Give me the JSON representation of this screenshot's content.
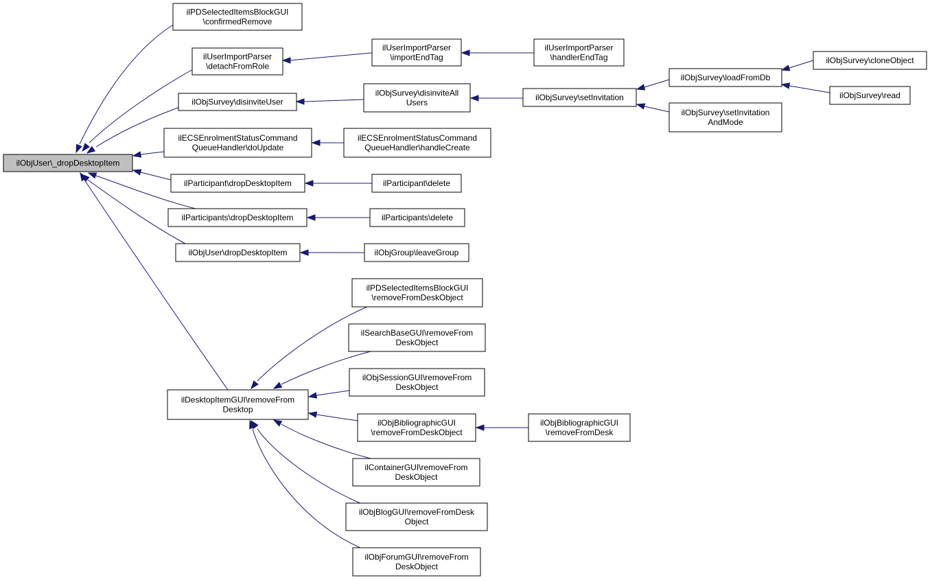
{
  "nodes": [
    {
      "id": "root",
      "lines": [
        "ilObjUser\\_dropDesktopItem"
      ]
    },
    {
      "id": "pdsel_confirmed",
      "lines": [
        "ilPDSelectedItemsBlockGUI",
        "\\confirmedRemove"
      ]
    },
    {
      "id": "uip_detach",
      "lines": [
        "ilUserImportParser",
        "\\detachFromRole"
      ]
    },
    {
      "id": "uip_importend",
      "lines": [
        "ilUserImportParser",
        "\\importEndTag"
      ]
    },
    {
      "id": "uip_handlerend",
      "lines": [
        "ilUserImportParser",
        "\\handlerEndTag"
      ]
    },
    {
      "id": "surv_disinvite",
      "lines": [
        "ilObjSurvey\\disinviteUser"
      ]
    },
    {
      "id": "surv_disinviteall",
      "lines": [
        "ilObjSurvey\\disinviteAll",
        "Users"
      ]
    },
    {
      "id": "surv_setinv",
      "lines": [
        "ilObjSurvey\\setInvitation"
      ]
    },
    {
      "id": "surv_loadfromdb",
      "lines": [
        "ilObjSurvey\\loadFromDb"
      ]
    },
    {
      "id": "surv_clone",
      "lines": [
        "ilObjSurvey\\cloneObject"
      ]
    },
    {
      "id": "surv_read",
      "lines": [
        "ilObjSurvey\\read"
      ]
    },
    {
      "id": "surv_setinvmode",
      "lines": [
        "ilObjSurvey\\setInvitation",
        "AndMode"
      ]
    },
    {
      "id": "ecs_doupdate",
      "lines": [
        "ilECSEnrolmentStatusCommand",
        "QueueHandler\\doUpdate"
      ]
    },
    {
      "id": "ecs_handlecreate",
      "lines": [
        "ilECSEnrolmentStatusCommand",
        "QueueHandler\\handleCreate"
      ]
    },
    {
      "id": "part_drop",
      "lines": [
        "ilParticipant\\dropDesktopItem"
      ]
    },
    {
      "id": "part_delete",
      "lines": [
        "ilParticipant\\delete"
      ]
    },
    {
      "id": "parts_drop",
      "lines": [
        "ilParticipants\\dropDesktopItem"
      ]
    },
    {
      "id": "parts_delete",
      "lines": [
        "ilParticipants\\delete"
      ]
    },
    {
      "id": "user_drop",
      "lines": [
        "ilObjUser\\dropDesktopItem"
      ]
    },
    {
      "id": "group_leave",
      "lines": [
        "ilObjGroup\\leaveGroup"
      ]
    },
    {
      "id": "desk_remove",
      "lines": [
        "ilDesktopItemGUI\\removeFrom",
        "Desktop"
      ]
    },
    {
      "id": "pdsel_remove",
      "lines": [
        "ilPDSelectedItemsBlockGUI",
        "\\removeFromDeskObject"
      ]
    },
    {
      "id": "search_remove",
      "lines": [
        "ilSearchBaseGUI\\removeFrom",
        "DeskObject"
      ]
    },
    {
      "id": "session_remove",
      "lines": [
        "ilObjSessionGUI\\removeFrom",
        "DeskObject"
      ]
    },
    {
      "id": "biblio_removeobj",
      "lines": [
        "ilObjBibliographicGUI",
        "\\removeFromDeskObject"
      ]
    },
    {
      "id": "biblio_remove",
      "lines": [
        "ilObjBibliographicGUI",
        "\\removeFromDesk"
      ]
    },
    {
      "id": "container_remove",
      "lines": [
        "ilContainerGUI\\removeFrom",
        "DeskObject"
      ]
    },
    {
      "id": "blog_remove",
      "lines": [
        "ilObjBlogGUI\\removeFromDesk",
        "Object"
      ]
    },
    {
      "id": "forum_remove",
      "lines": [
        "ilObjForumGUI\\removeFrom",
        "DeskObject"
      ]
    }
  ],
  "edges": [
    {
      "from": "pdsel_confirmed",
      "to": "root"
    },
    {
      "from": "uip_detach",
      "to": "root"
    },
    {
      "from": "uip_importend",
      "to": "uip_detach"
    },
    {
      "from": "uip_handlerend",
      "to": "uip_importend"
    },
    {
      "from": "surv_disinvite",
      "to": "root"
    },
    {
      "from": "surv_disinviteall",
      "to": "surv_disinvite"
    },
    {
      "from": "surv_setinv",
      "to": "surv_disinviteall"
    },
    {
      "from": "surv_loadfromdb",
      "to": "surv_setinv"
    },
    {
      "from": "surv_setinvmode",
      "to": "surv_setinv"
    },
    {
      "from": "surv_clone",
      "to": "surv_loadfromdb"
    },
    {
      "from": "surv_read",
      "to": "surv_loadfromdb"
    },
    {
      "from": "ecs_doupdate",
      "to": "root"
    },
    {
      "from": "ecs_handlecreate",
      "to": "ecs_doupdate"
    },
    {
      "from": "part_drop",
      "to": "root"
    },
    {
      "from": "part_delete",
      "to": "part_drop"
    },
    {
      "from": "parts_drop",
      "to": "root"
    },
    {
      "from": "parts_delete",
      "to": "parts_drop"
    },
    {
      "from": "user_drop",
      "to": "root"
    },
    {
      "from": "group_leave",
      "to": "user_drop"
    },
    {
      "from": "desk_remove",
      "to": "root"
    },
    {
      "from": "pdsel_remove",
      "to": "desk_remove"
    },
    {
      "from": "search_remove",
      "to": "desk_remove"
    },
    {
      "from": "session_remove",
      "to": "desk_remove"
    },
    {
      "from": "biblio_removeobj",
      "to": "desk_remove"
    },
    {
      "from": "biblio_remove",
      "to": "biblio_removeobj"
    },
    {
      "from": "container_remove",
      "to": "desk_remove"
    },
    {
      "from": "blog_remove",
      "to": "desk_remove"
    },
    {
      "from": "forum_remove",
      "to": "desk_remove"
    }
  ],
  "colors": {
    "edge": "#191970",
    "root_fill": "#bfbfbf",
    "node_fill": "#ffffff",
    "node_border": "#000000"
  }
}
